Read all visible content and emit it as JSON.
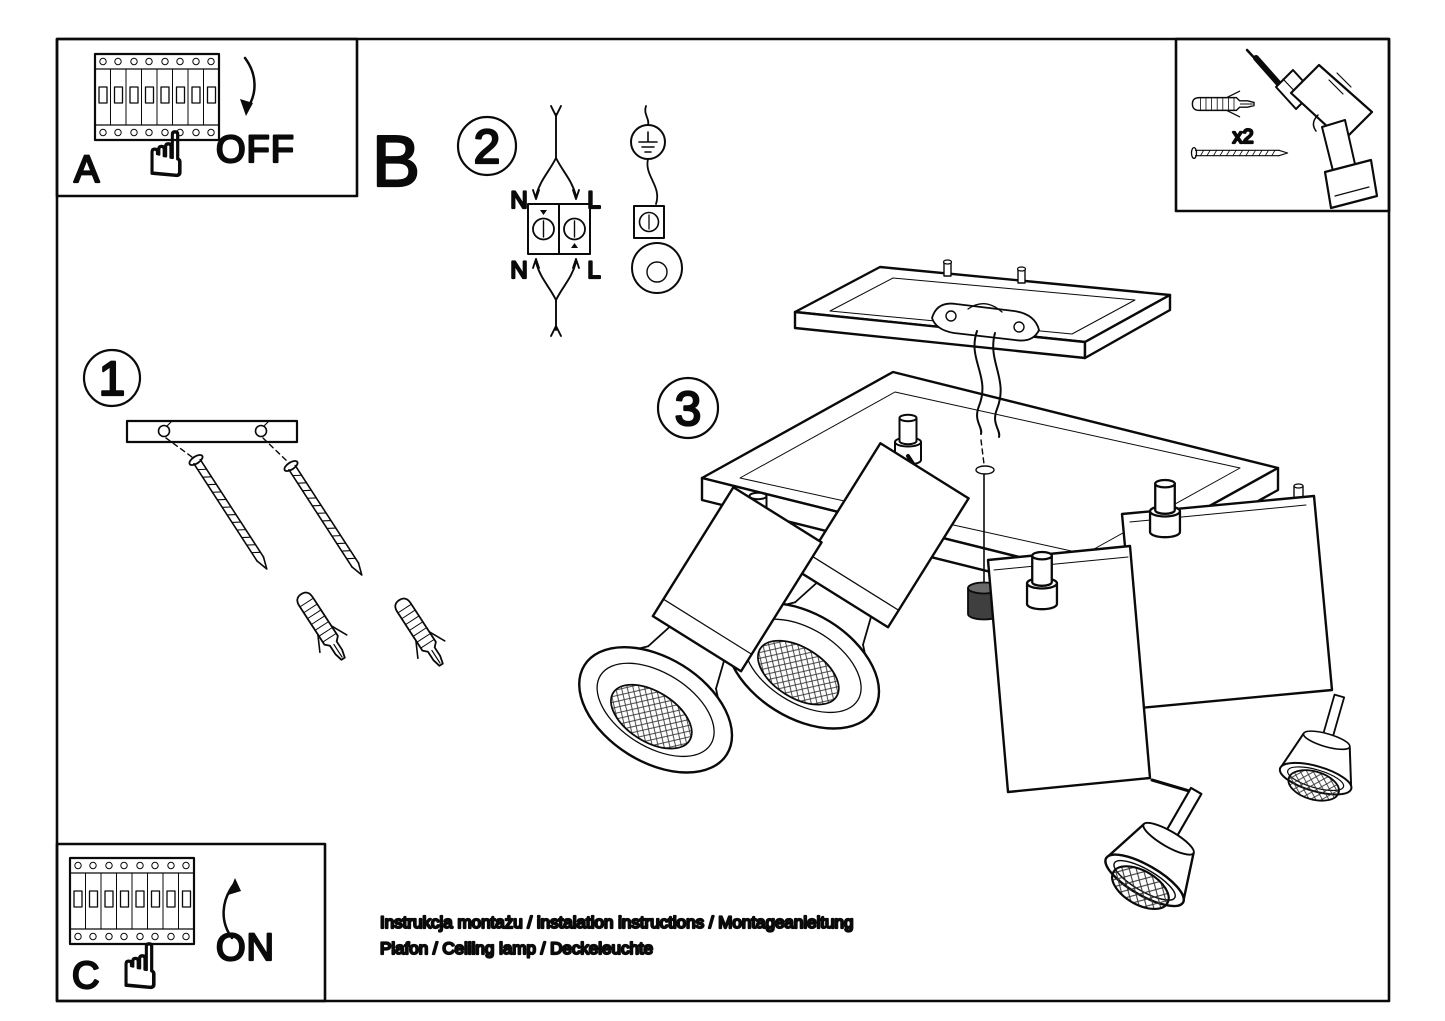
{
  "document": {
    "type": "installation-instructions",
    "footer_line1": "Instrukcja montażu / instalation instructions / Montageanleitung",
    "footer_line2": "Plafon / Ceiling lamp / Deckeleuchte"
  },
  "colors": {
    "ink": "#0a0a0a",
    "paper": "#ffffff"
  },
  "panels": {
    "a": {
      "label": "A",
      "state": "OFF"
    },
    "c": {
      "label": "C",
      "state": "ON"
    }
  },
  "sections": {
    "b": "B"
  },
  "steps": {
    "one": "1",
    "two": "2",
    "three": "3"
  },
  "wiring": {
    "n_top": "N",
    "l_top": "L",
    "n_bottom": "N",
    "l_bottom": "L"
  },
  "hardware": {
    "anchor_count": "x2"
  },
  "icons": {
    "pointing_hand": "☝"
  }
}
